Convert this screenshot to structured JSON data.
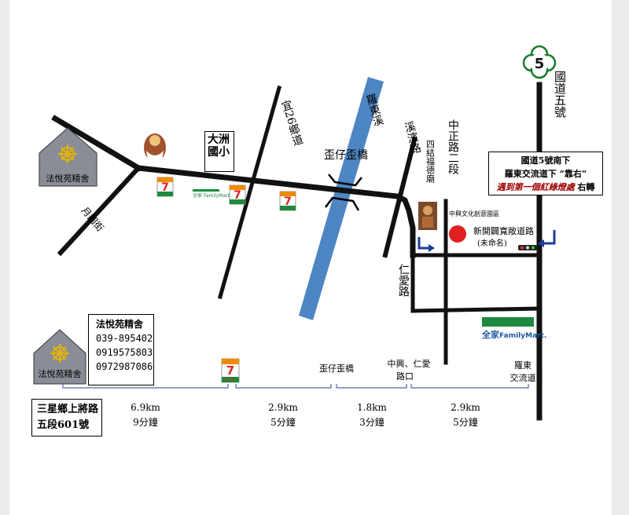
{
  "temple": {
    "name": "法悅苑精舍"
  },
  "contact": {
    "title": "法悅苑精舍",
    "phones": [
      "039-895402",
      "0919575803",
      "0972987086"
    ]
  },
  "address": {
    "line1": "三星鄉上將路",
    "line2": "五段601號"
  },
  "directions": {
    "line1": "國道5號南下",
    "line2": "羅東交流道下 “靠右”",
    "line3": "遇到第一個紅綠燈處",
    "line3_suffix": "右轉"
  },
  "roads": {
    "highway_num": "5",
    "highway": "國道五號",
    "yi26": "宜26鄉道",
    "luodong_creek": "羅東溪",
    "xibin": "溪濱路",
    "zhongzheng": "中正路二段",
    "renai": "仁愛路",
    "yueyuan": "月圓街",
    "bridge": "歪仔歪橋",
    "new_road": "新開闢寬敞道路",
    "new_road_note": "(未命名)"
  },
  "landmarks": {
    "school": "大洲國小",
    "sijie_temple": "四結福德廟",
    "culture_park": "中興文化創意園區",
    "seven_eleven": "7",
    "seven_eleven_word": "ELEVEn",
    "familymart_cn": "全家",
    "familymart_en": "FamilyMart."
  },
  "distances": {
    "points": [
      "歪仔歪橋",
      "中興、仁愛",
      "路口",
      "羅東",
      "交流道"
    ],
    "segments": [
      {
        "km": "6.9km",
        "time": "9分鐘"
      },
      {
        "km": "2.9km",
        "time": "5分鐘"
      },
      {
        "km": "1.8km",
        "time": "3分鐘"
      },
      {
        "km": "2.9km",
        "time": "5分鐘"
      }
    ]
  },
  "colors": {
    "creek": "#4d86c2",
    "highway_sign": "#1a7a2e",
    "directions_red": "#a00000",
    "house": "#8a8d96",
    "familymart_green": "#1e8a3e",
    "seven_orange": "#f08a00",
    "seven_red": "#d8261c"
  }
}
